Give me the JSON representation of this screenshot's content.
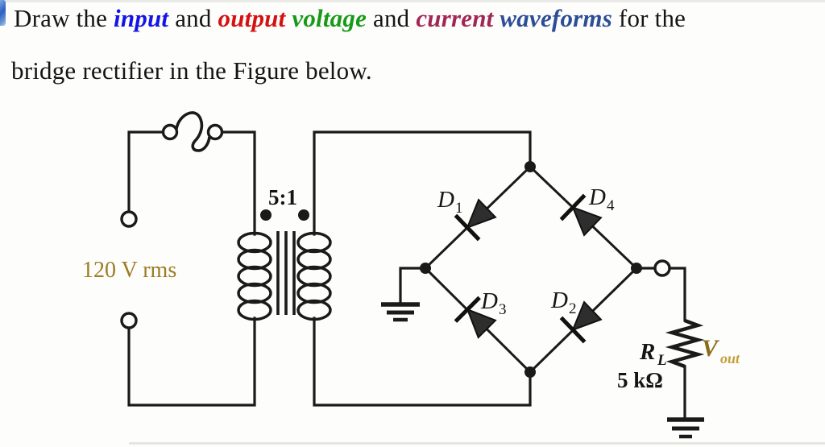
{
  "title": {
    "line1": [
      "Draw the ",
      "input",
      " and ",
      "output",
      " ",
      "voltage",
      " and ",
      "current",
      " ",
      "waveforms",
      " for the"
    ],
    "line2": "bridge rectifier in the Figure below.",
    "word_colors": {
      "input": "#1414e8",
      "output": "#d51010",
      "voltage": "#189a18",
      "current": "#a22653",
      "waveforms": "#2c4e96",
      "body_text": "#151515"
    }
  },
  "circuit": {
    "source_label": "120 V rms",
    "source_label_color": "#9c7c24",
    "transformer_ratio": "5:1",
    "diodes": [
      {
        "base": "D",
        "sub": "1"
      },
      {
        "base": "D",
        "sub": "4"
      },
      {
        "base": "D",
        "sub": "3"
      },
      {
        "base": "D",
        "sub": "2"
      }
    ],
    "load_resistor": {
      "base": "R",
      "sub": "L",
      "value": "5 kΩ"
    },
    "output_label": {
      "base": "V",
      "sub": "out",
      "color": "#8a6d18",
      "sub_color": "#c49e38"
    },
    "line_color": "#1a1a1a"
  }
}
